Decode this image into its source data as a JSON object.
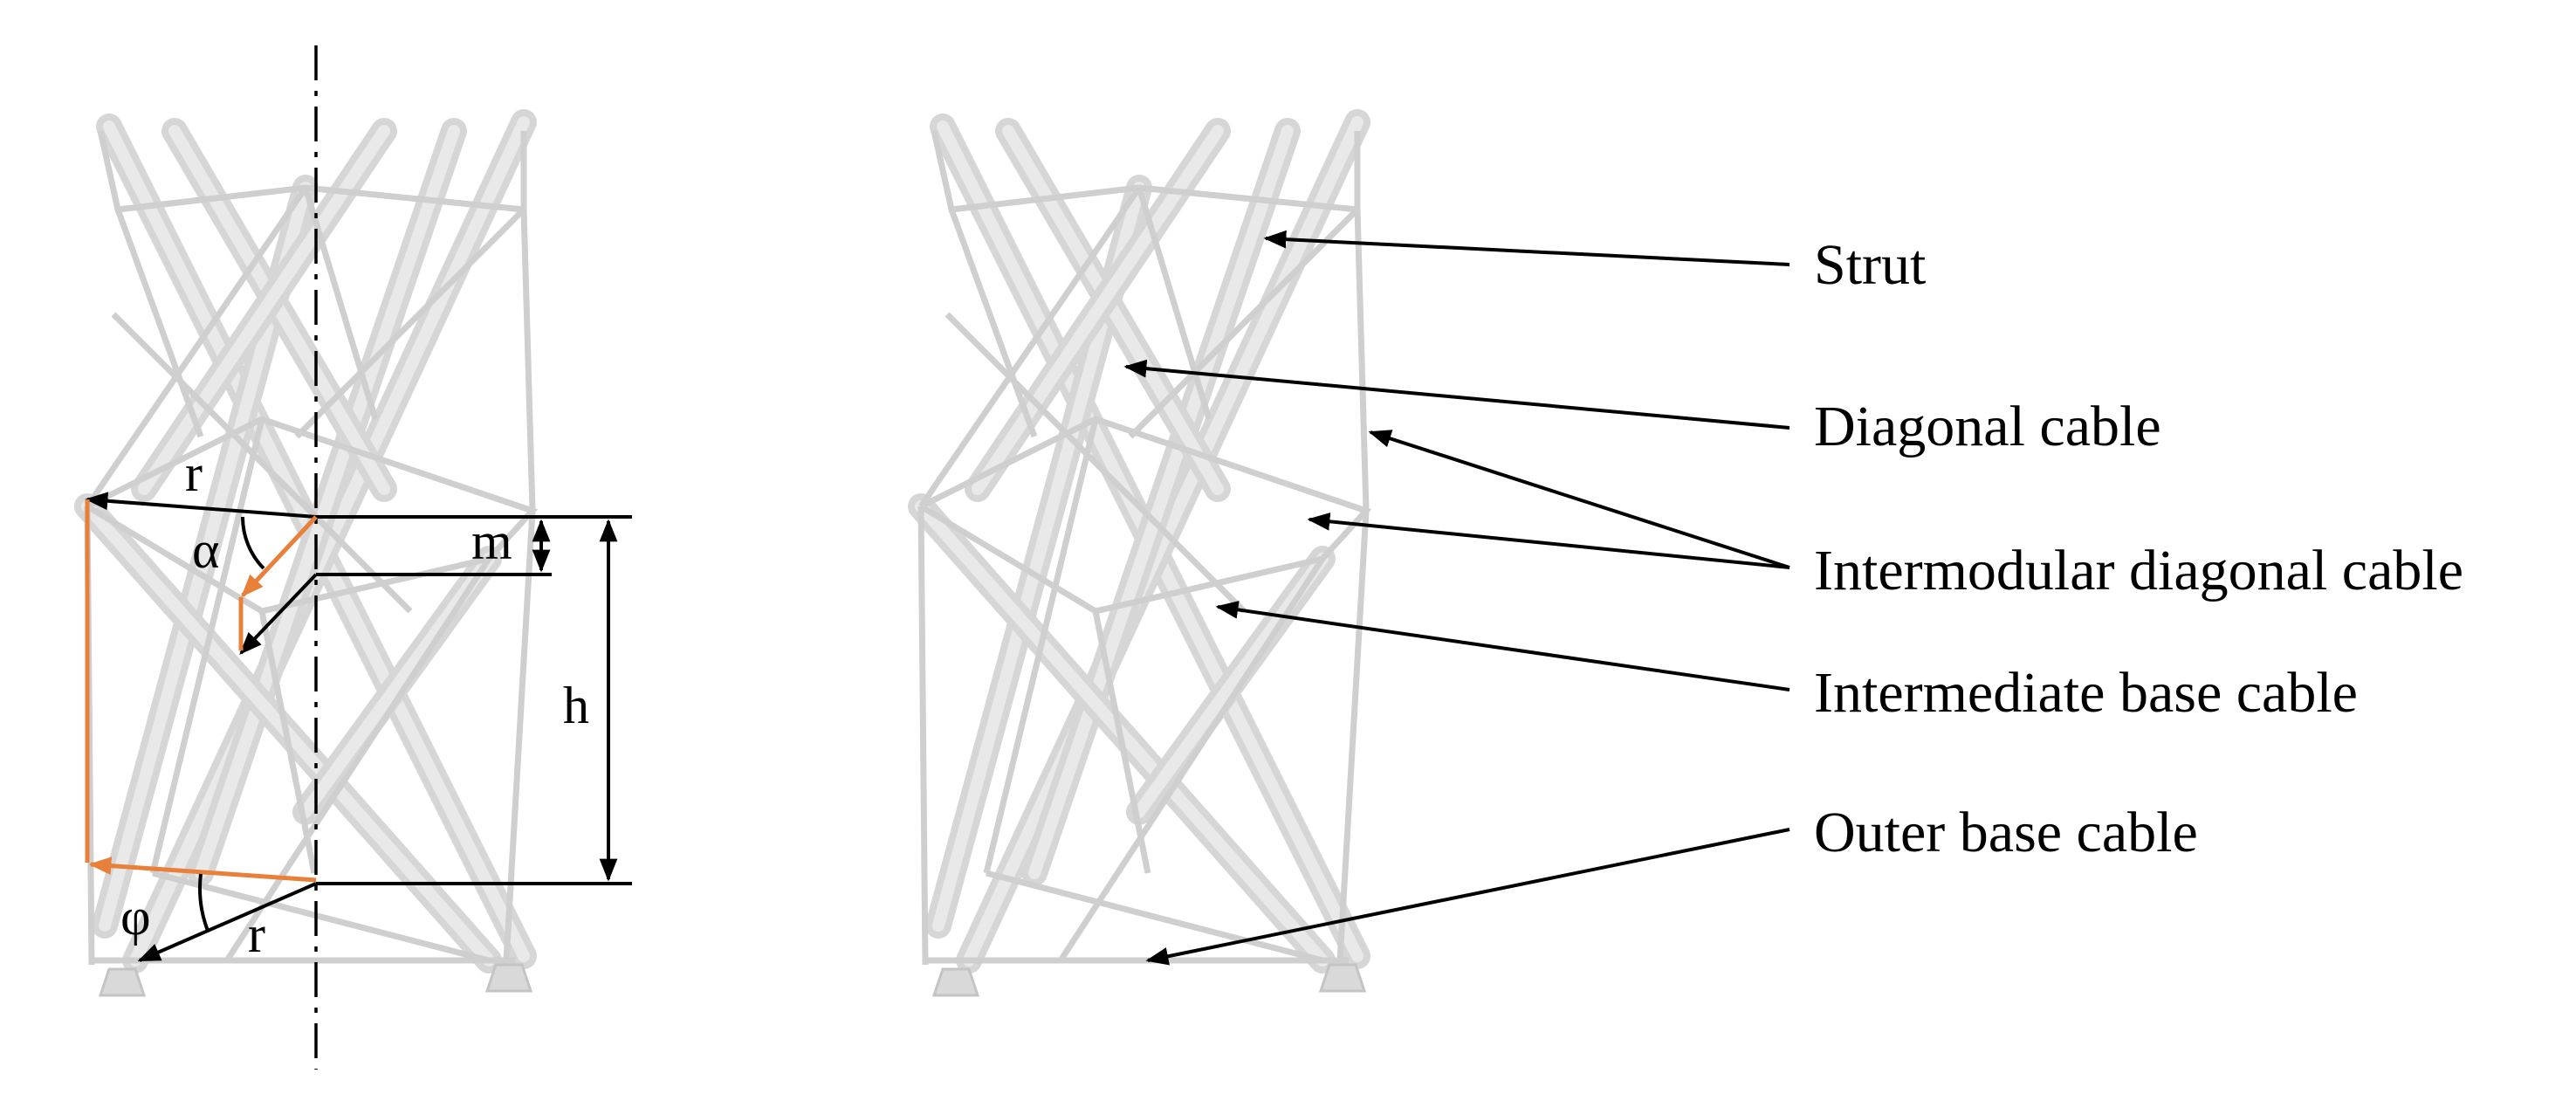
{
  "symbols": {
    "r_top": "r",
    "alpha": "α",
    "m": "m",
    "h": "h",
    "phi": "φ",
    "r_bottom": "r"
  },
  "labels": {
    "strut": "Strut",
    "diagonal_cable": "Diagonal cable",
    "intermodular_diagonal_cable": "Intermodular diagonal cable",
    "intermediate_base_cable": "Intermediate base cable",
    "outer_base_cable": "Outer base cable"
  },
  "colors": {
    "structure": "#d6d6d6",
    "annotation": "#000000",
    "highlight": "#e8803a"
  }
}
